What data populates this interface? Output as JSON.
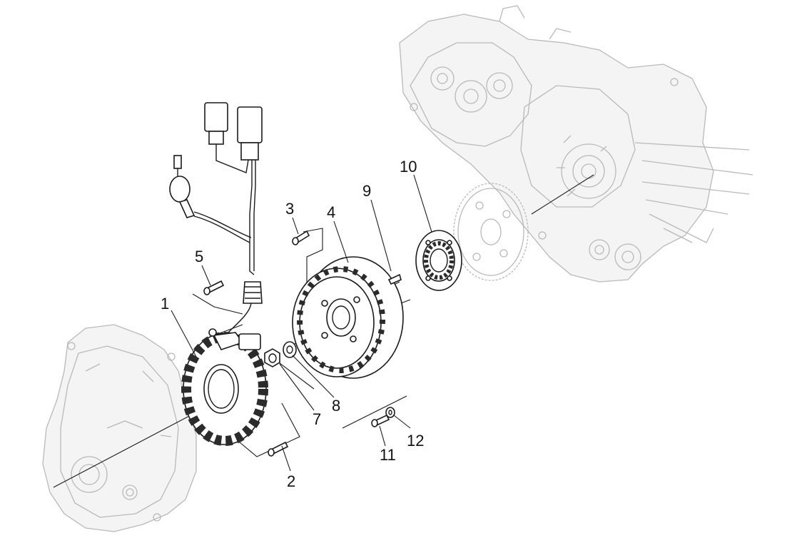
{
  "callouts": [
    {
      "id": "1",
      "label": "1"
    },
    {
      "id": "2",
      "label": "2"
    },
    {
      "id": "3",
      "label": "3"
    },
    {
      "id": "4",
      "label": "4"
    },
    {
      "id": "5",
      "label": "5"
    },
    {
      "id": "7",
      "label": "7"
    },
    {
      "id": "8",
      "label": "8"
    },
    {
      "id": "9",
      "label": "9"
    },
    {
      "id": "10",
      "label": "10"
    },
    {
      "id": "11",
      "label": "11"
    },
    {
      "id": "12",
      "label": "12"
    }
  ]
}
